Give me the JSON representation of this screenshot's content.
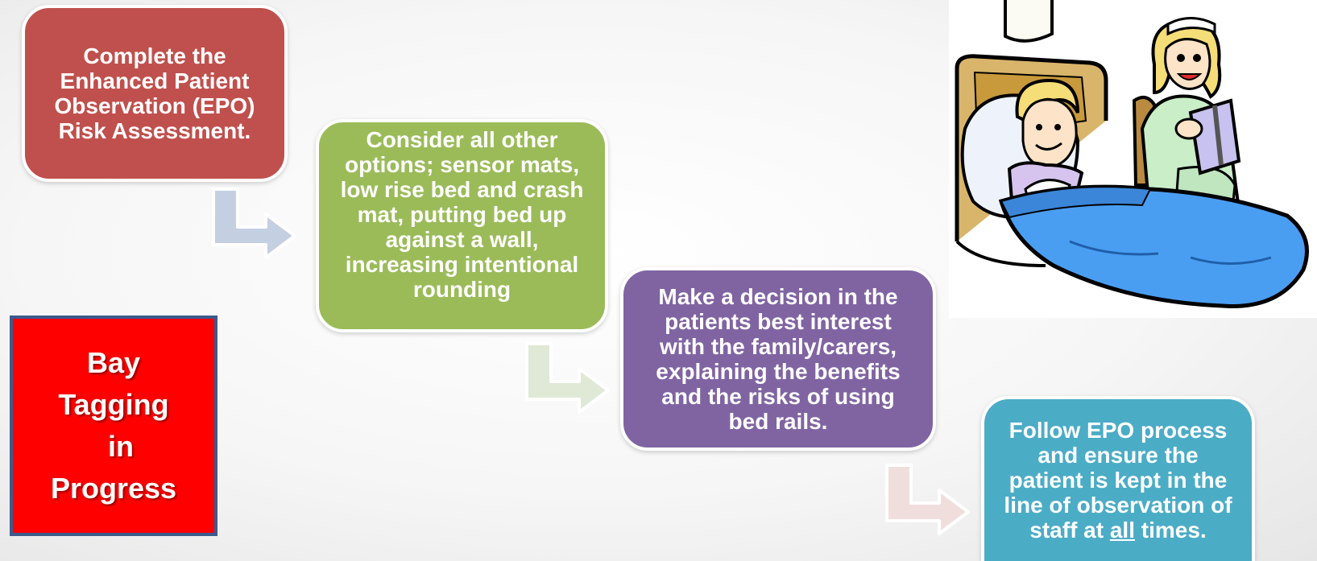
{
  "steps": [
    {
      "lines": [
        "Complete the",
        "Enhanced Patient",
        "Observation (EPO)",
        "Risk Assessment."
      ],
      "color": "#c0504d"
    },
    {
      "lines": [
        "Consider all other",
        "options; sensor mats,",
        "low rise bed and crash",
        "mat, putting bed up",
        "against a wall,",
        "increasing intentional",
        "rounding"
      ],
      "color": "#9bbb59"
    },
    {
      "lines": [
        "Make a decision in the",
        "patients best interest",
        "with the family/carers,",
        "explaining the benefits",
        "and the risks of using",
        "bed rails."
      ],
      "color": "#8064a2"
    },
    {
      "lines": [
        "Follow EPO process",
        "and ensure the",
        "patient is kept in the",
        "line of observation of"
      ],
      "last_line": {
        "before": "staff at ",
        "underlined": "all",
        "after": " times."
      },
      "color": "#4bacc6"
    }
  ],
  "badge": {
    "lines": [
      "Bay",
      "Tagging",
      "in",
      "Progress"
    ],
    "background": "#ff0000"
  },
  "illustration": {
    "icon": "nurse-reading-to-child-in-bed-illustration"
  }
}
